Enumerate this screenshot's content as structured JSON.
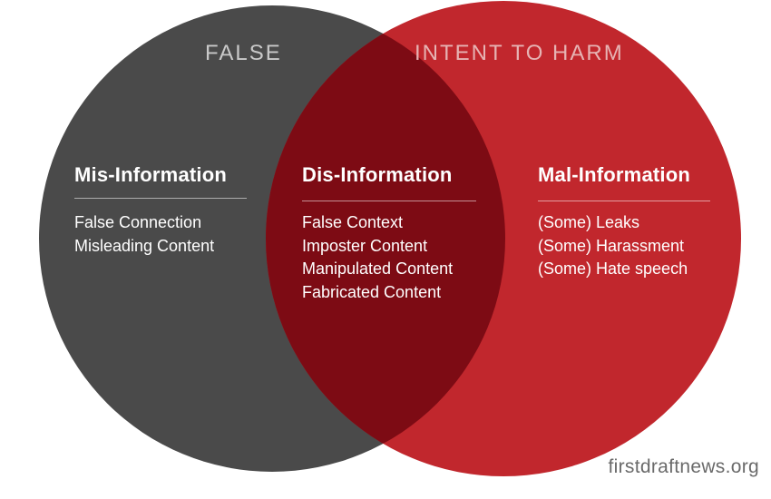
{
  "sets": {
    "false": {
      "label": "FALSE",
      "color": "#4a4a4a"
    },
    "harm": {
      "label": "INTENT TO HARM",
      "color": "#c1272d"
    },
    "overlap_color": "#7d0b14"
  },
  "groups": {
    "mis": {
      "title": "Mis-Information",
      "items": [
        "False Connection",
        "Misleading Content"
      ]
    },
    "dis": {
      "title": "Dis-Information",
      "items": [
        "False Context",
        "Imposter Content",
        "Manipulated Content",
        "Fabricated Content"
      ]
    },
    "mal": {
      "title": "Mal-Information",
      "items": [
        "(Some) Leaks",
        "(Some) Harassment",
        "(Some) Hate speech"
      ]
    }
  },
  "credit": "firstdraftnews.org"
}
